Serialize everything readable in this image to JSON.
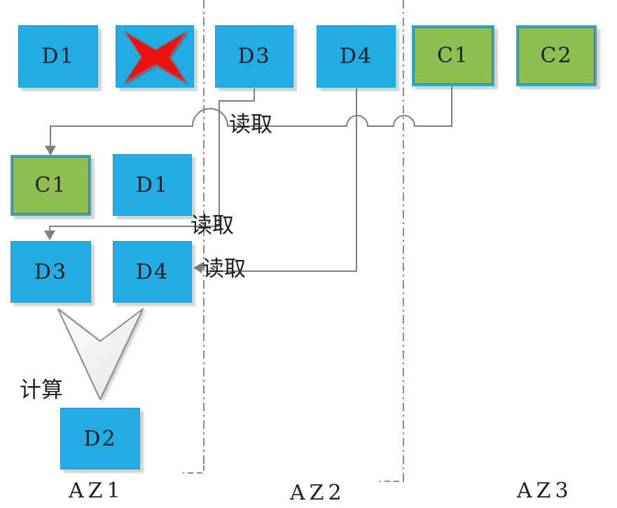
{
  "blocks": {
    "row1": [
      {
        "label": "D1",
        "kind": "data"
      },
      {
        "label": "",
        "kind": "failed"
      },
      {
        "label": "D3",
        "kind": "data"
      },
      {
        "label": "D4",
        "kind": "data"
      },
      {
        "label": "C1",
        "kind": "parity"
      },
      {
        "label": "C2",
        "kind": "parity"
      }
    ],
    "row2": [
      {
        "label": "C1",
        "kind": "parity"
      },
      {
        "label": "D1",
        "kind": "data"
      }
    ],
    "row3": [
      {
        "label": "D3",
        "kind": "data"
      },
      {
        "label": "D4",
        "kind": "data"
      }
    ],
    "row4": [
      {
        "label": "D2",
        "kind": "data"
      }
    ]
  },
  "edge_labels": {
    "read_top": "读取",
    "read_middle": "读取",
    "read_lower": "读取",
    "compute": "计算"
  },
  "zones": [
    "AZ1",
    "AZ2",
    "AZ3"
  ],
  "icons": {
    "failed_block": "red-x-star",
    "compute_arrow": "big-down-chevron"
  },
  "colors": {
    "block_blue": "#22ACE4",
    "block_green": "#8EBE50",
    "green_border": "#29ABE2",
    "connector": "#7f7f7f",
    "boundary": "#8c8c8c",
    "failed_red": "#EC1111",
    "label_text": "#1f1f1f"
  }
}
